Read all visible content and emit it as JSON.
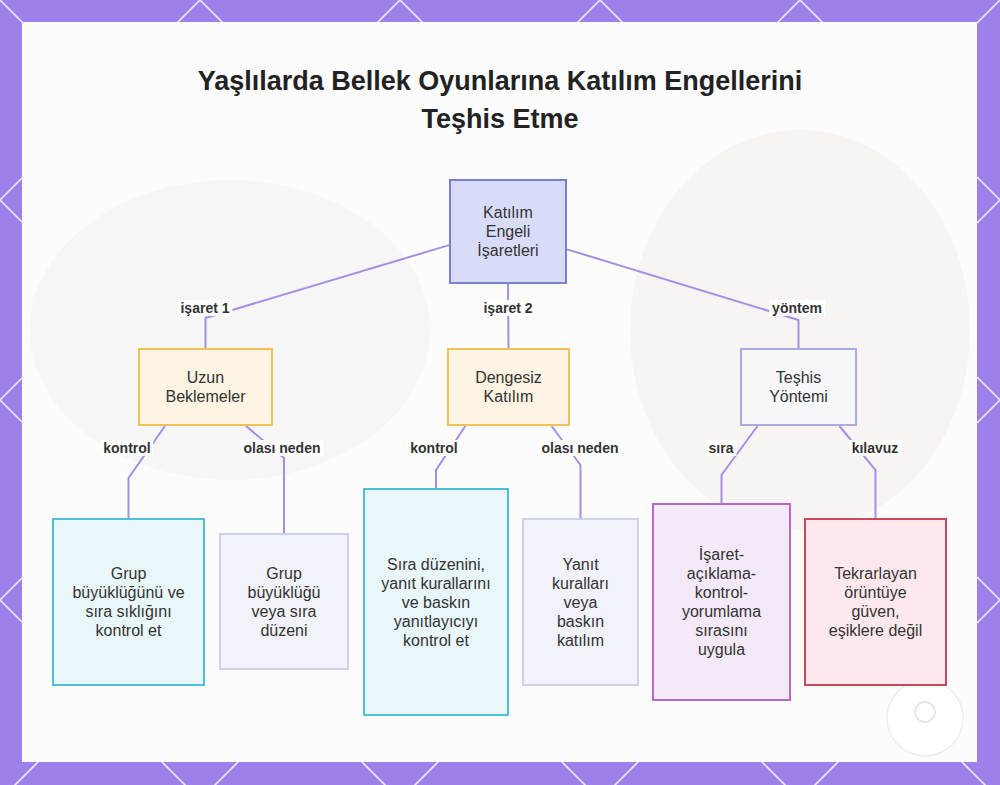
{
  "diagram": {
    "title": "Yaşlılarda Bellek Oyunlarına Katılım Engellerini Teşhis Etme",
    "nodes": [
      {
        "text": [
          "Katılım Engeli İşaretleri"
        ]
      },
      {
        "text": [
          "Uzun Beklemeler"
        ]
      },
      {
        "text": [
          "Dengesiz Katılım"
        ]
      },
      {
        "text": [
          "Teşhis Yöntemi"
        ]
      },
      {
        "text": [
          "Grup büyüklüğünü ve sıra sıklığını kontrol et"
        ]
      },
      {
        "text": [
          "Grup büyüklüğü veya sıra düzeni"
        ]
      },
      {
        "text": [
          "Sıra düzenini, yanıt kurallarını ve baskın yanıtlayıcıyı kontrol et"
        ]
      },
      {
        "text": [
          "Yanıt kuralları veya baskın katılım"
        ]
      },
      {
        "text": [
          "İşaret-açıklama-kontrol-yorumlama sırasını uygula"
        ]
      },
      {
        "text": [
          "Tekrarlayan örüntüye güven, eşiklere değil"
        ]
      }
    ],
    "edges": [
      {
        "from": 0,
        "to": 1,
        "label": "işaret 1",
        "arrow": "none"
      },
      {
        "from": 0,
        "to": 2,
        "label": "işaret 2",
        "arrow": "none"
      },
      {
        "from": 0,
        "to": 3,
        "label": "yöntem",
        "arrow": "none"
      },
      {
        "from": 1,
        "to": 4,
        "label": "kontrol",
        "arrow": "none"
      },
      {
        "from": 1,
        "to": 5,
        "label": "olası neden",
        "arrow": "none"
      },
      {
        "from": 2,
        "to": 6,
        "label": "kontrol",
        "arrow": "none"
      },
      {
        "from": 2,
        "to": 7,
        "label": "olası neden",
        "arrow": "none"
      },
      {
        "from": 3,
        "to": 8,
        "label": "sıra",
        "arrow": "none"
      },
      {
        "from": 3,
        "to": 9,
        "label": "kılavuz",
        "arrow": "none"
      }
    ]
  }
}
